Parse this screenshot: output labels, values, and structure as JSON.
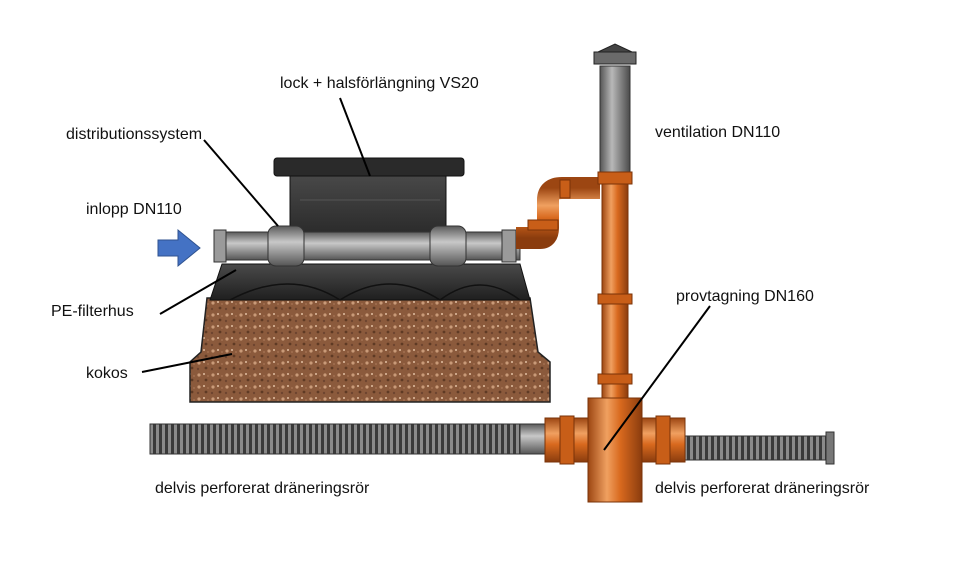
{
  "labels": {
    "lock": "lock +  halsförlängning VS20",
    "distribution": "distributionssystem",
    "inlet": "inlopp DN110",
    "filterhus": "PE-filterhus",
    "kokos": "kokos",
    "ventilation": "ventilation DN110",
    "provtagning": "provtagning DN160",
    "drain_left": "delvis perforerat dräneringsrör",
    "drain_right": "delvis perforerat dräneringsrör"
  },
  "colors": {
    "orange": "#d8691e",
    "orange_dark": "#9c4612",
    "orange_light": "#f0a060",
    "grey_pipe": "#8a8a8a",
    "dark_housing": "#2e2e2e",
    "coir": "#8b5a3c",
    "arrow_blue": "#4472c4"
  },
  "icons": {
    "inlet_arrow": "arrow-right-icon"
  }
}
